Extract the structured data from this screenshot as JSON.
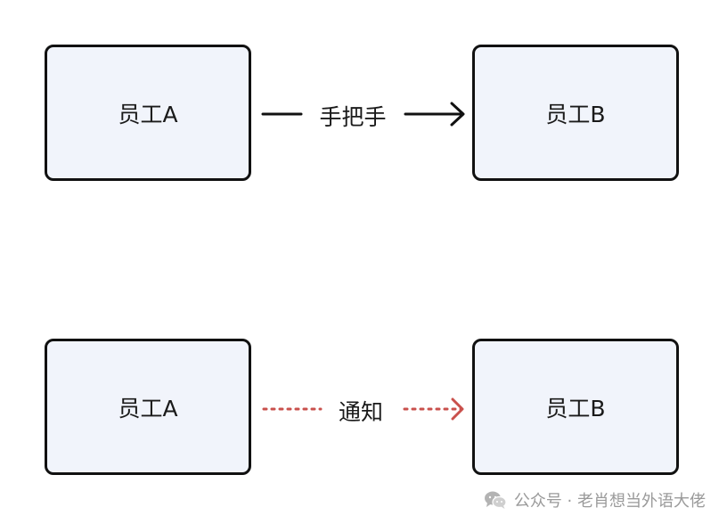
{
  "diagram": {
    "rows": [
      {
        "source": "员工A",
        "target": "员工B",
        "edge_label": "手把手",
        "edge_style": "solid",
        "edge_color": "#111111"
      },
      {
        "source": "员工A",
        "target": "员工B",
        "edge_label": "通知",
        "edge_style": "dotted",
        "edge_color": "#c9504c"
      }
    ]
  },
  "watermark": {
    "icon": "wechat-icon",
    "text": "公众号 · 老肖想当外语大佬"
  }
}
